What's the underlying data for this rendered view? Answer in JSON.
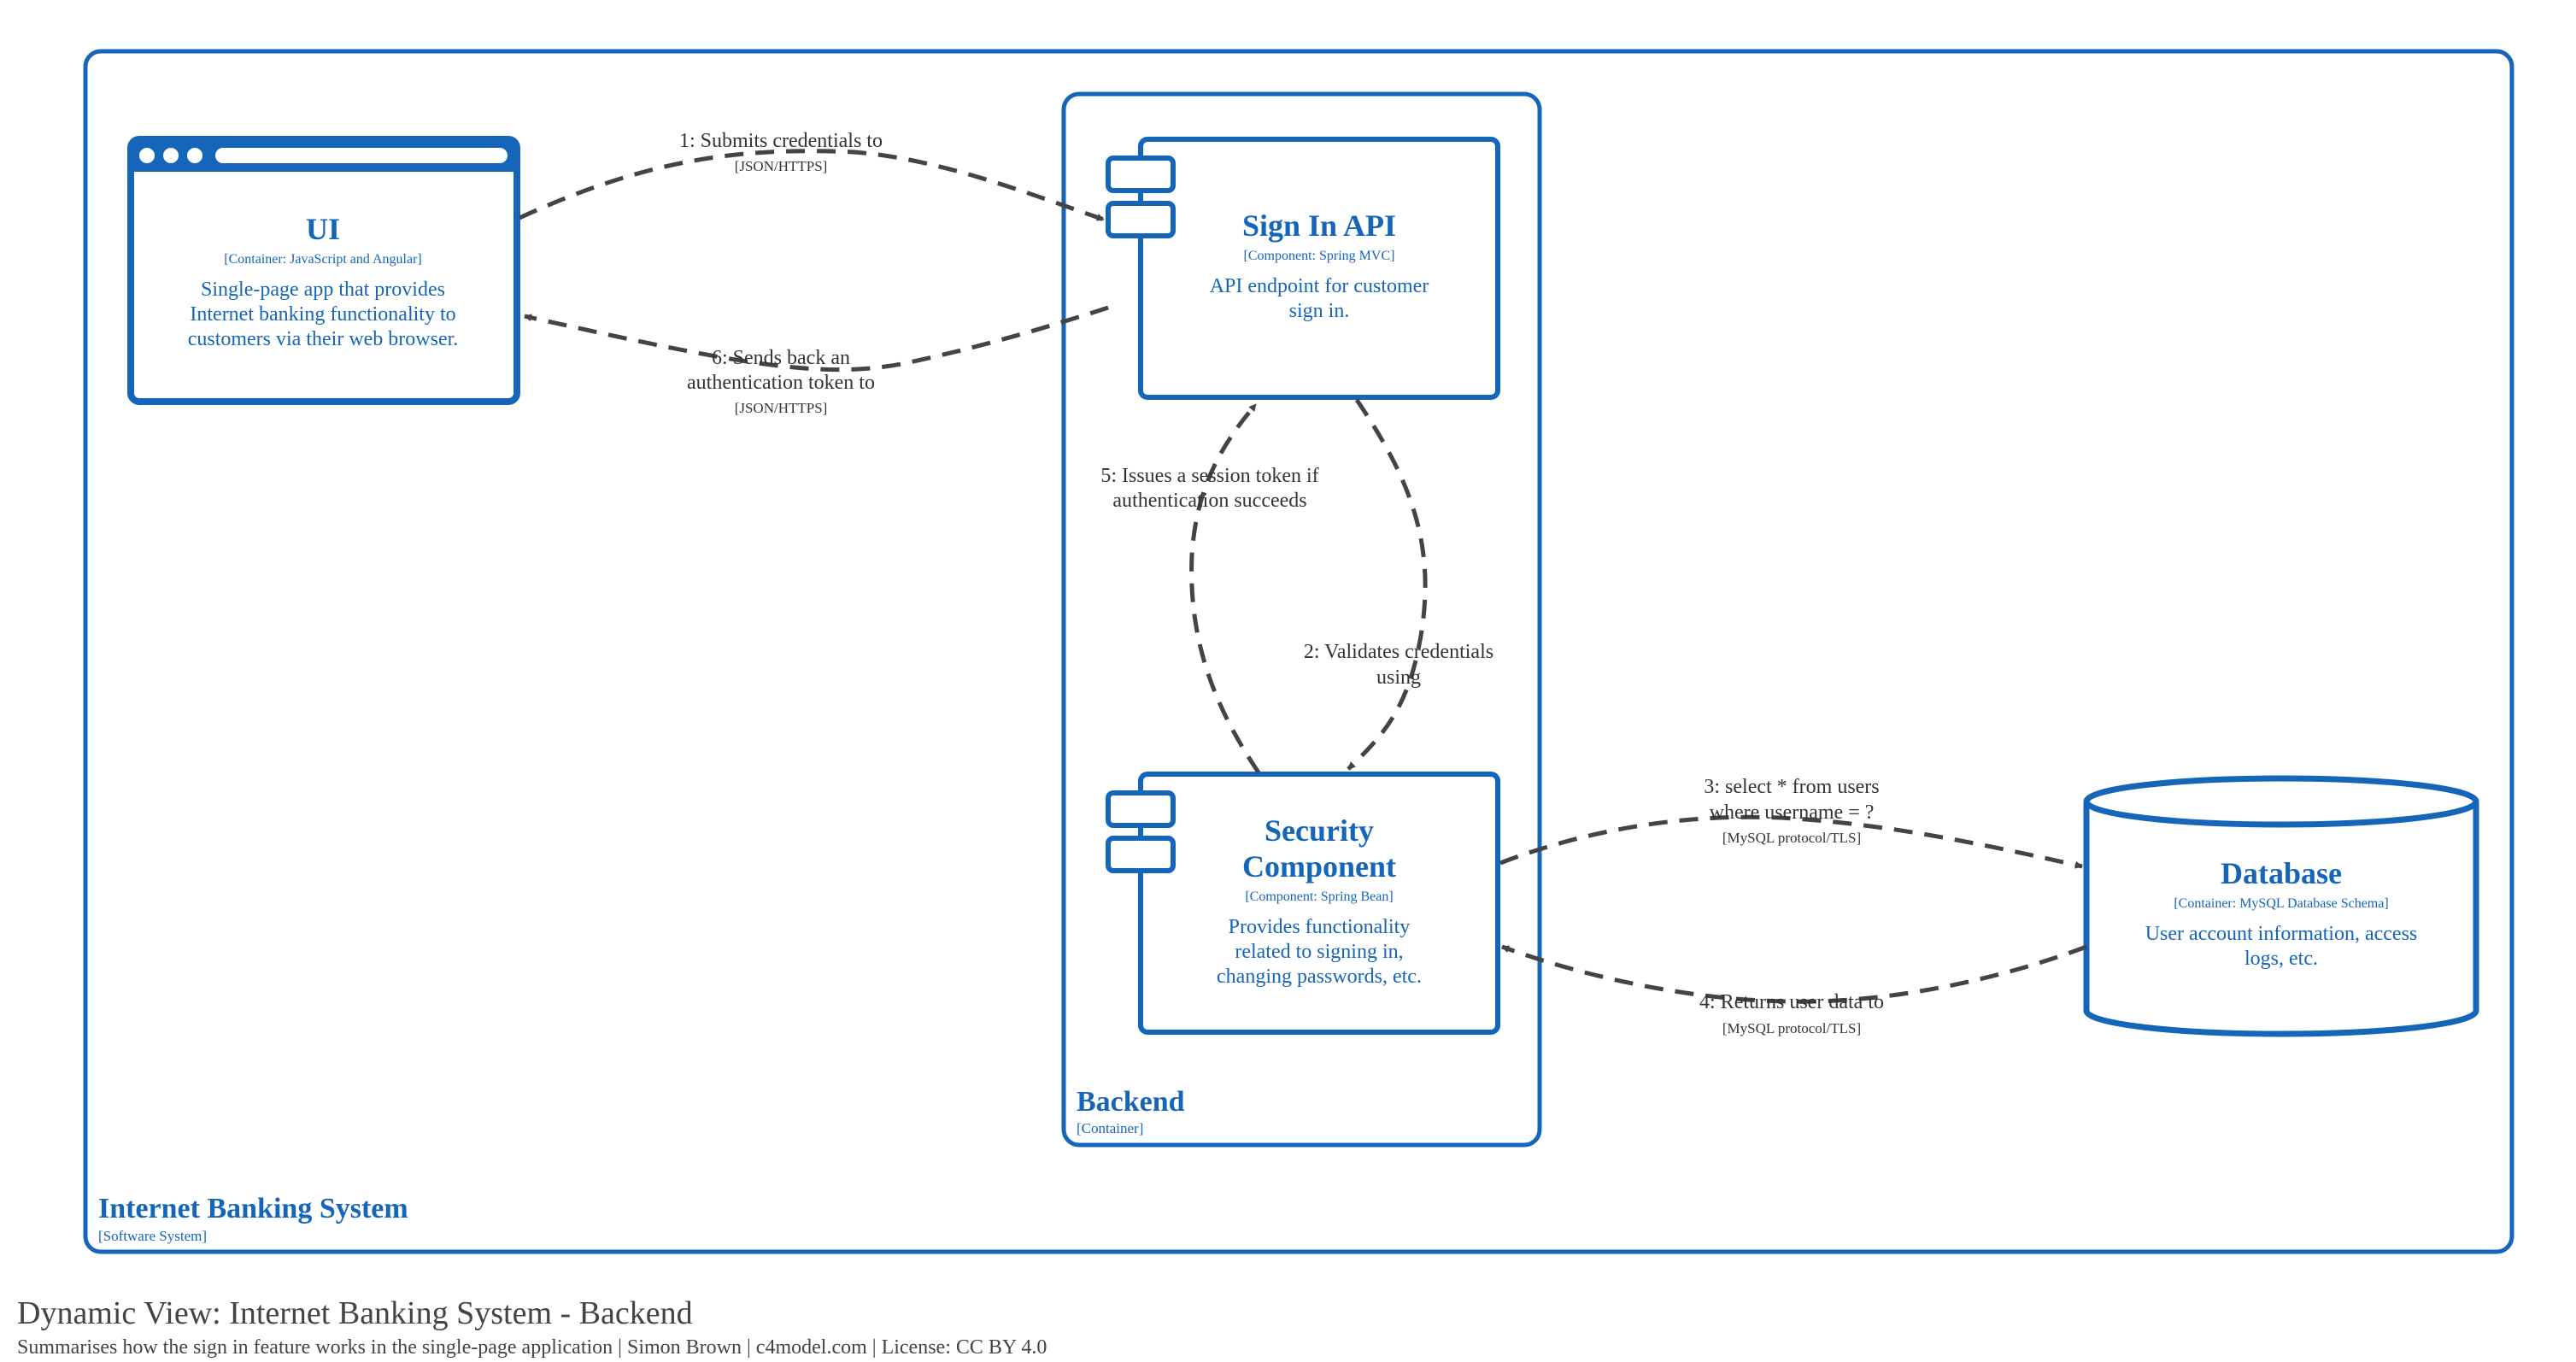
{
  "colors": {
    "accent": "#1565b8",
    "arrow": "#444444",
    "label": "#333333",
    "background": "#ffffff"
  },
  "boundaries": {
    "system": {
      "name": "Internet Banking System",
      "type": "[Software System]"
    },
    "backend": {
      "name": "Backend",
      "type": "[Container]"
    }
  },
  "elements": {
    "ui": {
      "name": "UI",
      "tech": "[Container: JavaScript and Angular]",
      "desc": [
        "Single-page app that provides",
        "Internet banking functionality to",
        "customers via their web browser."
      ]
    },
    "sign_in_api": {
      "name": "Sign In API",
      "tech": "[Component: Spring MVC]",
      "desc": [
        "API endpoint for customer",
        "sign in."
      ]
    },
    "security_component": {
      "name": [
        "Security",
        "Component"
      ],
      "tech": "[Component: Spring Bean]",
      "desc": [
        "Provides functionality",
        "related to signing in,",
        "changing passwords, etc."
      ]
    },
    "database": {
      "name": "Database",
      "tech": "[Container: MySQL Database Schema]",
      "desc": [
        "User account information, access",
        "logs, etc."
      ]
    }
  },
  "relationships": [
    {
      "id": "r1",
      "label": [
        "1: Submits credentials to"
      ],
      "tech": "[JSON/HTTPS]"
    },
    {
      "id": "r2",
      "label": [
        "2: Validates credentials",
        "using"
      ],
      "tech": ""
    },
    {
      "id": "r3",
      "label": [
        "3: select * from users",
        "where username = ?"
      ],
      "tech": "[MySQL protocol/TLS]"
    },
    {
      "id": "r4",
      "label": [
        "4: Returns user data to"
      ],
      "tech": "[MySQL protocol/TLS]"
    },
    {
      "id": "r5",
      "label": [
        "5: Issues a session token if",
        "authentication succeeds"
      ],
      "tech": ""
    },
    {
      "id": "r6",
      "label": [
        "6: Sends back an",
        "authentication token to"
      ],
      "tech": "[JSON/HTTPS]"
    }
  ],
  "footer": {
    "title": "Dynamic View: Internet Banking System - Backend",
    "subtitle": "Summarises how the sign in feature works in the single-page application | Simon Brown | c4model.com | License: CC BY 4.0"
  }
}
